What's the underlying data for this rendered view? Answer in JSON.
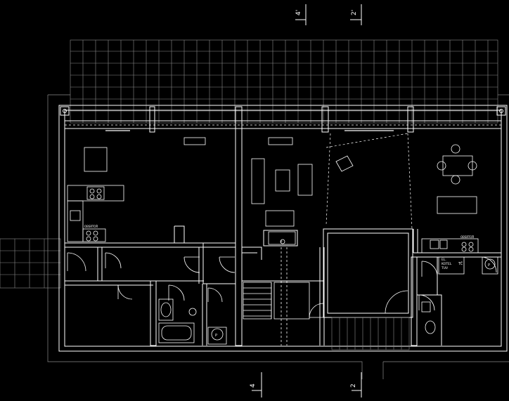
{
  "section_marks": {
    "top_left": "4'",
    "top_right": "2'",
    "bottom_left": "4",
    "bottom_right": "2"
  },
  "room_labels": {
    "kitchen_counter_left": "OBSRTOŘ",
    "kitchen_counter_right": "OBSRTOŘ",
    "boiler_room_line1": "EL.",
    "boiler_room_line2": "KOTEL",
    "boiler_room_line3": "TUV",
    "boiler_room_tc": "TČ",
    "toilet_mark_left": "P",
    "toilet_mark_right": "P",
    "stove_mark": "P"
  },
  "colors": {
    "background": "#000000",
    "line": "#ffffff",
    "dim_line": "#8c8c8c"
  }
}
